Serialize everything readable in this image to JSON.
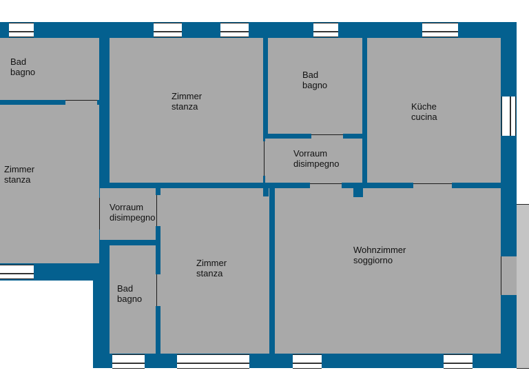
{
  "plan": {
    "colors": {
      "wall": "#04608f",
      "room": "#a9a9a9",
      "window": "#ffffff",
      "balcony": "#c4c4c4"
    },
    "rooms": [
      {
        "id": "bad-1",
        "de": "Bad",
        "it": "bagno"
      },
      {
        "id": "zimmer-1",
        "de": "Zimmer",
        "it": "stanza"
      },
      {
        "id": "zimmer-2",
        "de": "Zimmer",
        "it": "stanza"
      },
      {
        "id": "bad-2",
        "de": "Bad",
        "it": "bagno"
      },
      {
        "id": "kueche",
        "de": "Küche",
        "it": "cucina"
      },
      {
        "id": "vorraum-1",
        "de": "Vorraum",
        "it": "disimpegno"
      },
      {
        "id": "vorraum-2",
        "de": "Vorraum",
        "it": "disimpegno"
      },
      {
        "id": "zimmer-3",
        "de": "Zimmer",
        "it": "stanza"
      },
      {
        "id": "wohnzimmer",
        "de": "Wohnzimmer",
        "it": "soggiorno"
      },
      {
        "id": "bad-3",
        "de": "Bad",
        "it": "bagno"
      }
    ]
  }
}
